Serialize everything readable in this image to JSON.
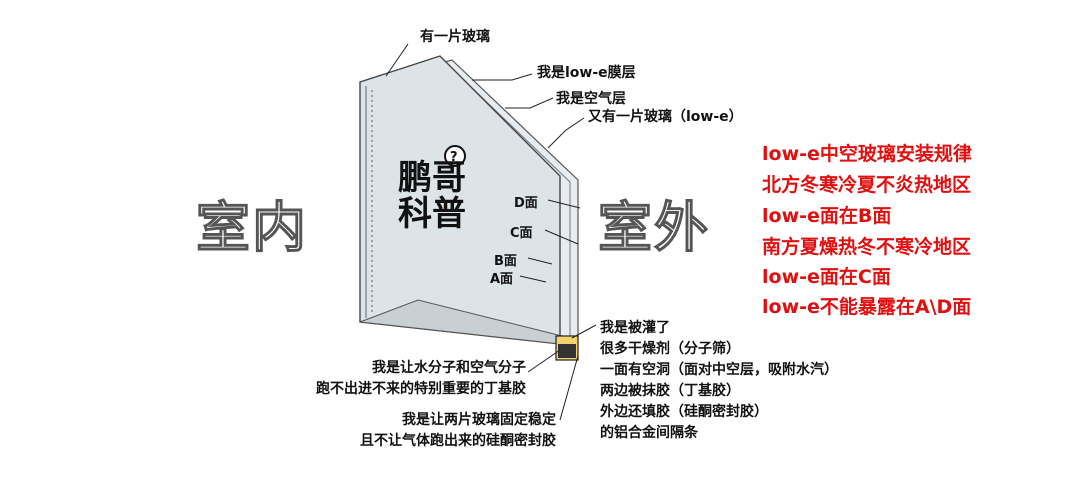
{
  "labels": {
    "glass1": "有一片玻璃",
    "lowe_film": "我是low-e膜层",
    "air_layer": "我是空气层",
    "glass2": "又有一片玻璃（low-e）",
    "face_d": "D面",
    "face_c": "C面",
    "face_b": "B面",
    "face_a": "A面",
    "indoor": "室内",
    "outdoor": "室外",
    "logo_line1": "鹏哥",
    "logo_line2": "科普",
    "butyl": [
      "我是让水分子和空气分子",
      "跑不出进不来的特别重要的丁基胶"
    ],
    "silicone": [
      "我是让两片玻璃固定稳定",
      "且不让气体跑出来的硅酮密封胶"
    ],
    "spacer": [
      "我是被灌了",
      "很多干燥剂（分子筛）",
      "一面有空洞（面对中空层，吸附水汽）",
      "两边被抹胶（丁基胶）",
      "外边还填胶（硅酮密封胶）",
      "的铝合金间隔条"
    ]
  },
  "rules": [
    "low-e中空玻璃安装规律",
    "北方冬寒冷夏不炎热地区",
    "low-e面在B面",
    "南方夏燥热冬不寒冷地区",
    "low-e面在C面",
    "low-e不能暴露在A\\D面"
  ],
  "colors": {
    "rule_red": "#e01010",
    "glass_fill": "#dfe6ea",
    "edge": "#444444"
  }
}
